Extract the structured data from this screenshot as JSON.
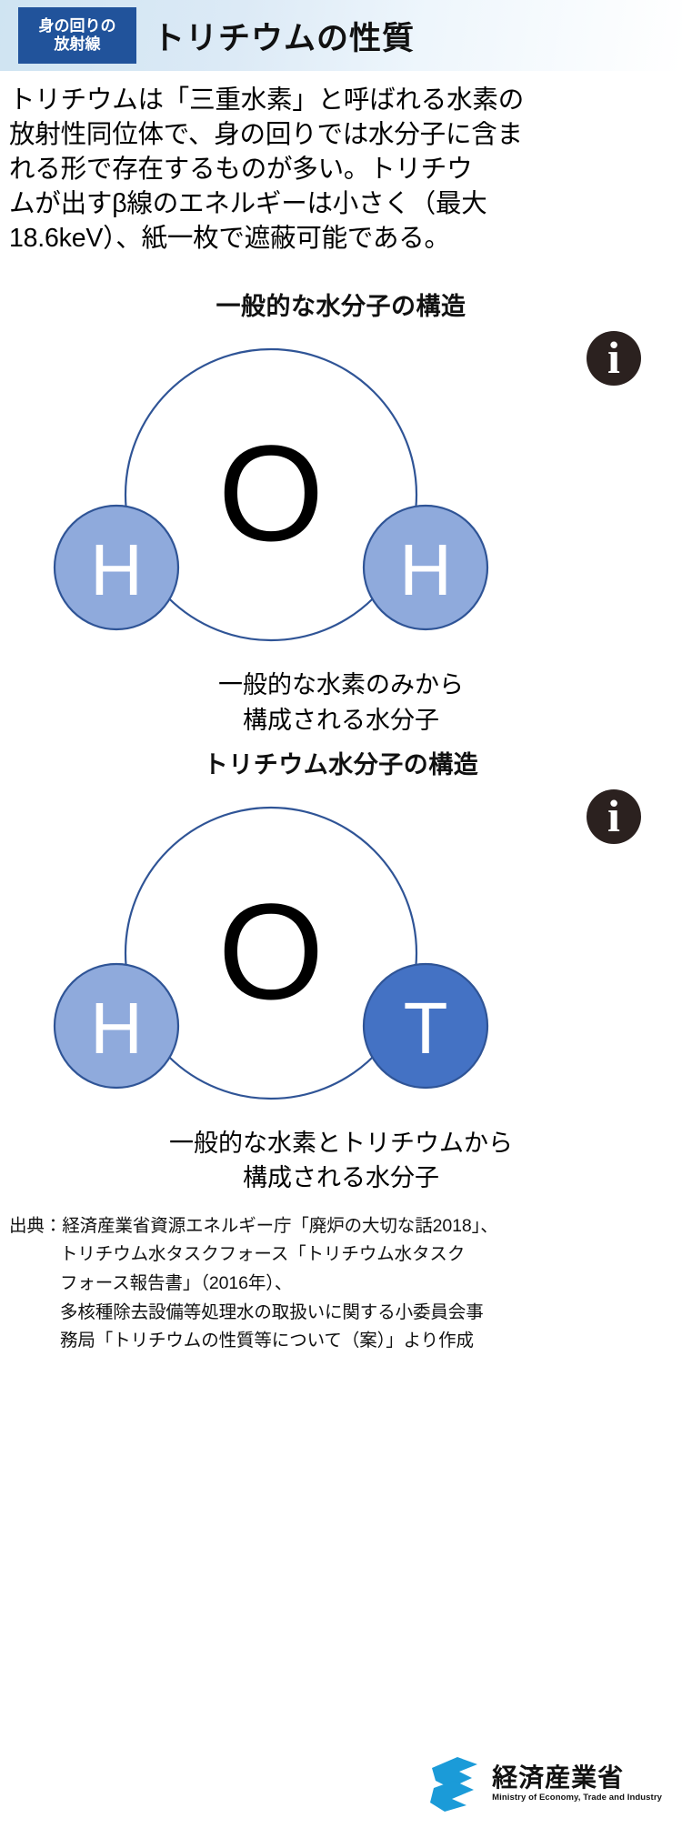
{
  "header": {
    "badge_line1": "身の回りの",
    "badge_line2": "放射線",
    "title": "トリチウムの性質",
    "badge_color": "#21539b"
  },
  "lead": {
    "line1": "トリチウムは「三重水素」と呼ばれる水素の",
    "line2": "放射性同位体で、身の回りでは水分子に含ま",
    "line3": "れる形で存在するものが多い。トリチウ",
    "line4": "ムが出すβ線のエネルギーは小さく（最大",
    "line5": "18.6keV）、紙一枚で遮蔽可能である。"
  },
  "sections": [
    {
      "heading": "一般的な水分子の構造",
      "atoms": {
        "oxygen_label": "O",
        "left_label": "H",
        "right_label": "H"
      },
      "info_icon": "info-icon",
      "caption_line1": "一般的な水素のみから",
      "caption_line2": "構成される水分子"
    },
    {
      "heading": "トリチウム水分子の構造",
      "atoms": {
        "oxygen_label": "O",
        "left_label": "H",
        "right_label": "T"
      },
      "info_icon": "info-icon",
      "caption_line1": "一般的な水素とトリチウムから",
      "caption_line2": "構成される水分子"
    }
  ],
  "colors": {
    "hydrogen_fill": "#8faadc",
    "tritium_fill": "#4472c4",
    "atom_outline": "#2f5496",
    "info_badge": "#2b211f",
    "logo_blue": "#1b9bd8"
  },
  "source": {
    "line1": "出典：経済産業省資源エネルギー庁「廃炉の大切な話2018」、",
    "line2": "トリチウム水タスクフォース「トリチウム水タスク",
    "line3": "フォース報告書」（2016年）、",
    "line4": "多核種除去設備等処理水の取扱いに関する小委員会事",
    "line5": "務局「トリチウムの性質等について（案）」より作成"
  },
  "logo": {
    "name_jp": "経済産業省",
    "name_en": "Ministry of Economy, Trade and Industry"
  }
}
